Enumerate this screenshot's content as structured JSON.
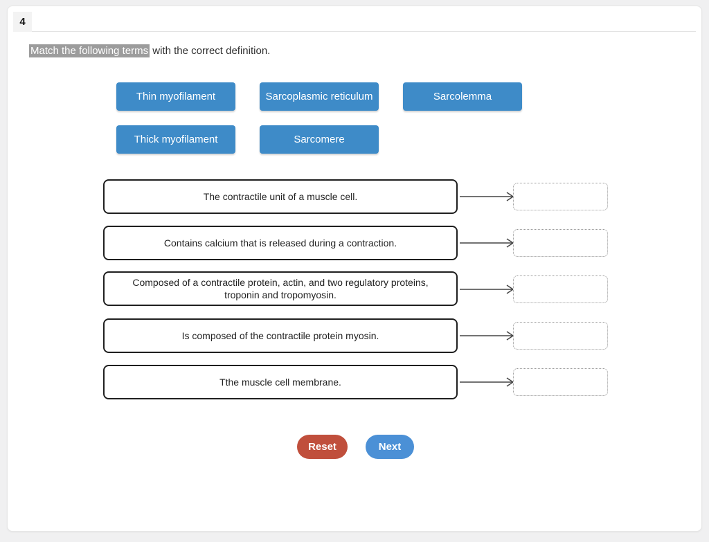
{
  "header": {
    "question_number": "4",
    "instruction_highlight": "Match the following terms",
    "instruction_rest": " with the correct definition."
  },
  "terms": [
    {
      "label": "Thin myofilament"
    },
    {
      "label": "Sarcoplasmic reticulum"
    },
    {
      "label": "Sarcolemma"
    },
    {
      "label": "Thick myofilament"
    },
    {
      "label": "Sarcomere"
    }
  ],
  "definitions": [
    {
      "text": "The contractile unit of a muscle cell."
    },
    {
      "text": "Contains calcium that is released during a contraction."
    },
    {
      "text": "Composed of a contractile protein, actin, and two regulatory proteins, troponin and tropomyosin."
    },
    {
      "text": "Is composed of the contractile protein myosin."
    },
    {
      "text": "Tthe muscle cell membrane."
    }
  ],
  "footer": {
    "reset_label": "Reset",
    "next_label": "Next"
  },
  "colors": {
    "term_button": "#3e8bc8",
    "reset_button": "#c04f3c",
    "next_button": "#4b90d6",
    "highlight_bg": "#9c9c9c",
    "definition_border": "#1f1f1f"
  }
}
